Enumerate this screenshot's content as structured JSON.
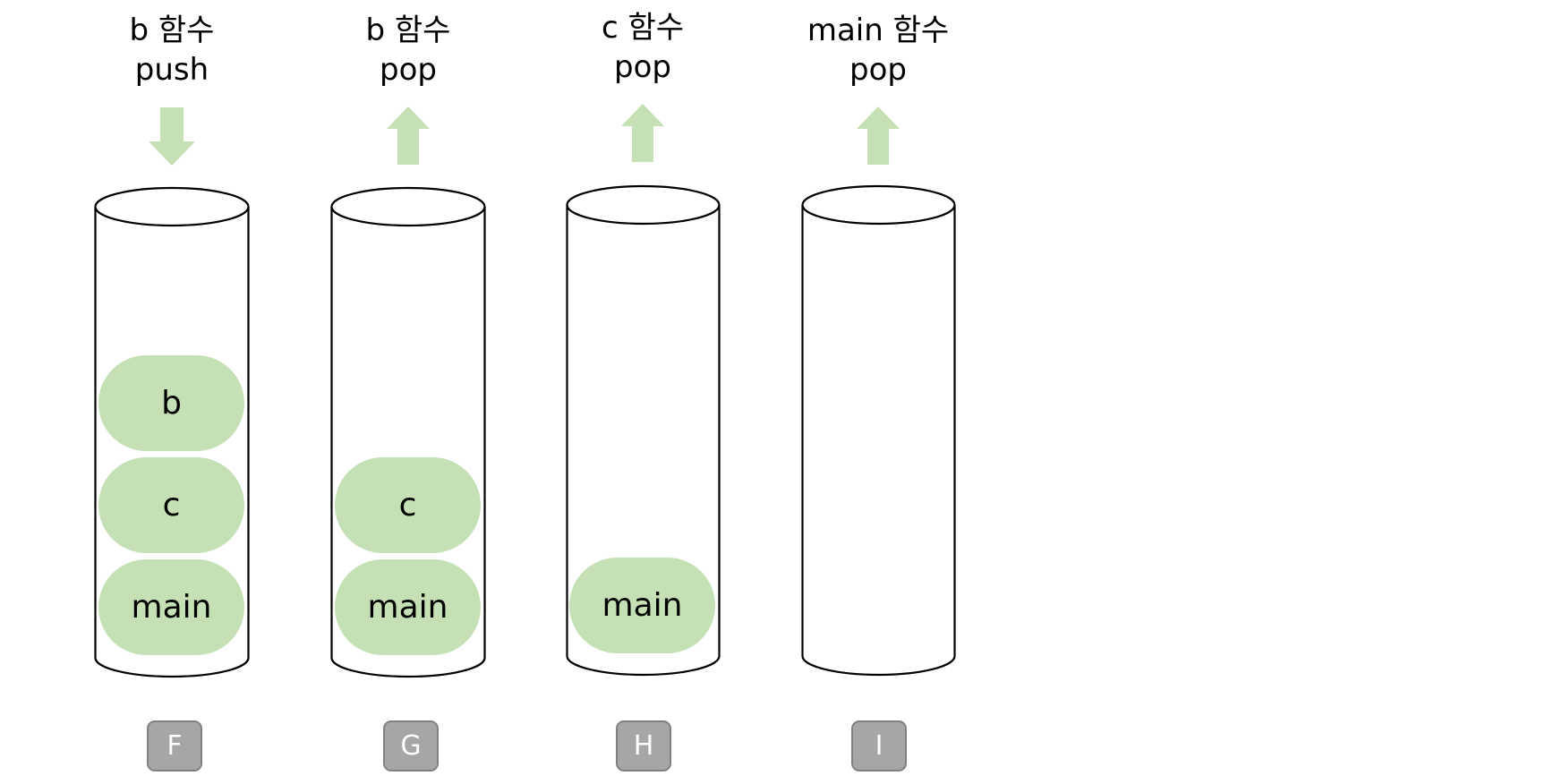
{
  "diagram": {
    "type": "call-stack-sequence",
    "colors": {
      "frame_fill": "#c5e0b4",
      "arrow_fill": "#c5e0b4",
      "cylinder_stroke": "#000000",
      "badge_fill": "#a6a6a6",
      "badge_border": "#808080",
      "badge_text": "#ffffff"
    },
    "steps": [
      {
        "header_line1": "b 함수",
        "header_line2": "push",
        "arrow": "down",
        "frames_top_to_bottom": [
          "b",
          "c",
          "main"
        ],
        "badge": "F"
      },
      {
        "header_line1": "b 함수",
        "header_line2": "pop",
        "arrow": "up",
        "frames_top_to_bottom": [
          "c",
          "main"
        ],
        "badge": "G"
      },
      {
        "header_line1": "c 함수",
        "header_line2": "pop",
        "arrow": "up",
        "frames_top_to_bottom": [
          "main"
        ],
        "badge": "H"
      },
      {
        "header_line1": "main 함수",
        "header_line2": "pop",
        "arrow": "up",
        "frames_top_to_bottom": [],
        "badge": "I"
      }
    ]
  }
}
